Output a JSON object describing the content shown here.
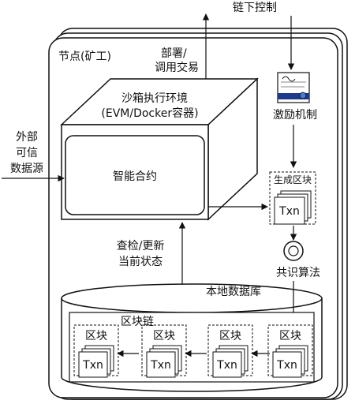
{
  "labels": {
    "offchain_control": "链下控制",
    "node_miner": "节点(矿工)",
    "deploy_line1": "部署/",
    "deploy_line2": "调用交易",
    "sandbox_line1": "沙箱执行环境",
    "sandbox_line2": "(EVM/Docker容器)",
    "smart_contract": "智能合约",
    "external_line1": "外部",
    "external_line2": "可信",
    "external_line3": "数据源",
    "incentive": "激励机制",
    "generate_block": "生成区块",
    "txn": "Txn",
    "consensus": "共识算法",
    "check_line1": "查检/更新",
    "check_line2": "当前状态",
    "local_db": "本地数据库",
    "blockchain": "区块链",
    "block": "区块"
  },
  "icons": {
    "certificate": "certificate-icon"
  },
  "colors": {
    "stroke": "#111111",
    "certificate_band": "#1f3a8a",
    "background": "#ffffff"
  }
}
